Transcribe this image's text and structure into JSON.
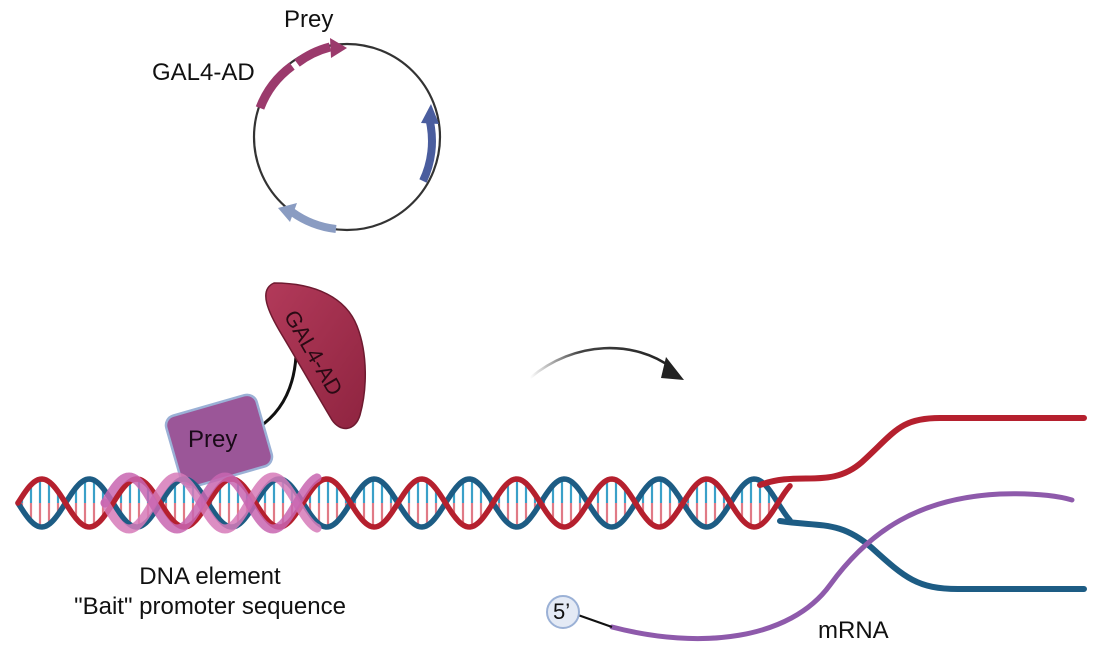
{
  "plasmid": {
    "prey_label": "Prey",
    "ad_label": "GAL4-AD"
  },
  "protein": {
    "ad_label": "GAL4-AD",
    "prey_label": "Prey"
  },
  "dna": {
    "label_line1": "DNA element",
    "label_line2": "\"Bait\" promoter sequence"
  },
  "transcript": {
    "five_prime": "5’",
    "mrna_label": "mRNA"
  },
  "colors": {
    "strand_red": "#b5202e",
    "strand_blue": "#1d5c84",
    "mrna_purple": "#8e5aab",
    "prey_purple": "#9b5698",
    "ad_crimson": "#a32b4c",
    "plasmid_magenta": "#8f3b6b",
    "plasmid_blue": "#4a5d9e",
    "plasmid_lightblue": "#8a9cc2",
    "bait_pink": "#d67ab9"
  }
}
